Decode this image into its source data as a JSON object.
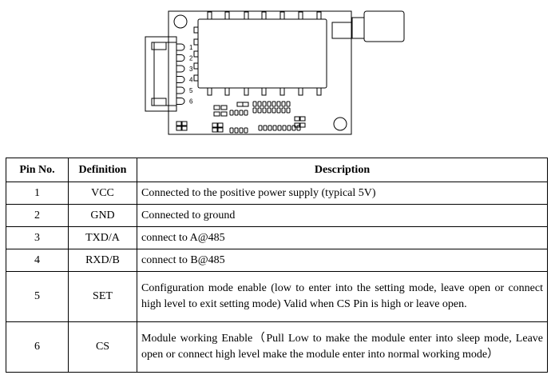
{
  "diagram": {
    "pin_labels": [
      "1",
      "2",
      "3",
      "4",
      "5",
      "6"
    ]
  },
  "table": {
    "headers": [
      "Pin No.",
      "Definition",
      "Description"
    ],
    "rows": [
      {
        "pin": "1",
        "definition": "VCC",
        "description": "Connected to the positive power supply (typical 5V)"
      },
      {
        "pin": "2",
        "definition": "GND",
        "description": "Connected to ground"
      },
      {
        "pin": "3",
        "definition": "TXD/A",
        "description": "connect to A@485"
      },
      {
        "pin": "4",
        "definition": "RXD/B",
        "description": "connect to B@485"
      },
      {
        "pin": "5",
        "definition": "SET",
        "description": "Configuration mode enable (low to enter into the setting mode, leave open or connect high level to exit setting mode) Valid when CS Pin is high or leave open."
      },
      {
        "pin": "6",
        "definition": "CS",
        "description": "Module working Enable（Pull Low to make the module enter into sleep mode, Leave open or connect high level make the module enter into normal working mode）"
      }
    ]
  }
}
